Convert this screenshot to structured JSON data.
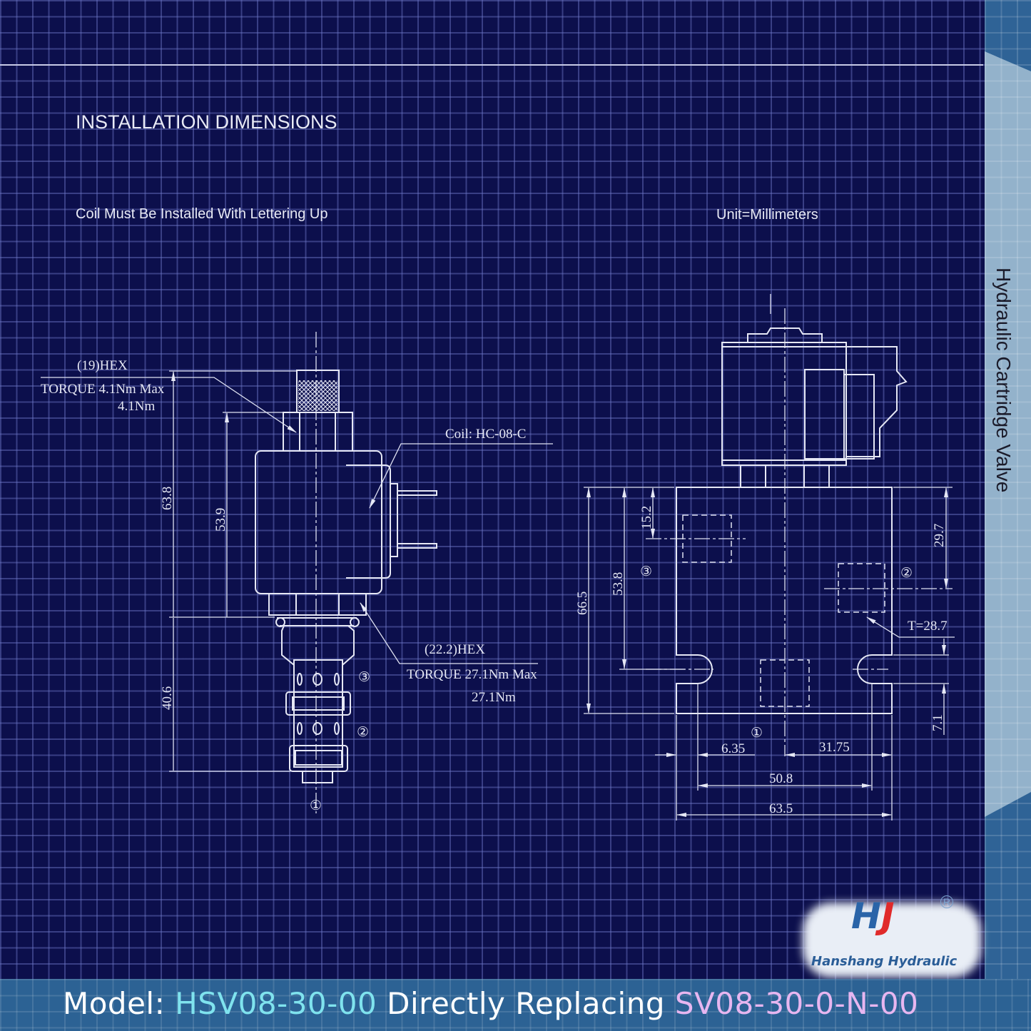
{
  "header": {
    "title": "INSTALLATION DIMENSIONS",
    "note_left": "Coil Must Be Installed With Lettering Up",
    "note_right": "Unit=Millimeters"
  },
  "side_title": "Hydraulic Cartridge Valve",
  "left_view": {
    "hex_top": "(19)HEX",
    "torque_top": "TORQUE 4.1Nm Max",
    "torque_top_value": "4.1Nm",
    "coil": "Coil: HC-08-C",
    "hex_bottom": "(22.2)HEX",
    "torque_bottom": "TORQUE 27.1Nm Max",
    "torque_bottom_value": "27.1Nm",
    "dims": {
      "overall_top": "63.8",
      "coil_height": "53.9",
      "cartridge": "40.6"
    },
    "ports": {
      "p1": "①",
      "p2": "②",
      "p3": "③"
    }
  },
  "right_view": {
    "dims": {
      "d665": "66.5",
      "d538": "53.8",
      "d152": "15.2",
      "d297": "29.7",
      "t": "T=28.7",
      "d71": "7.1",
      "d635": "6.35",
      "d3175": "31.75",
      "d508": "50.8",
      "d635w": "63.5"
    },
    "ports": {
      "p1": "①",
      "p2": "②",
      "p3": "③"
    }
  },
  "footer": {
    "model_label": "Model:",
    "model": "HSV08-30-00",
    "replacing_label": "Directly Replacing",
    "replaces": "SV08-30-0-N-00"
  },
  "logo": {
    "mark": "HJ",
    "name": "Hanshang Hydraulic",
    "registered": "R"
  },
  "colors": {
    "background": "#0c0f4c",
    "accent_model": "#7fe3ee",
    "accent_replace": "#e7b6f0",
    "bar": "#2c6294"
  }
}
